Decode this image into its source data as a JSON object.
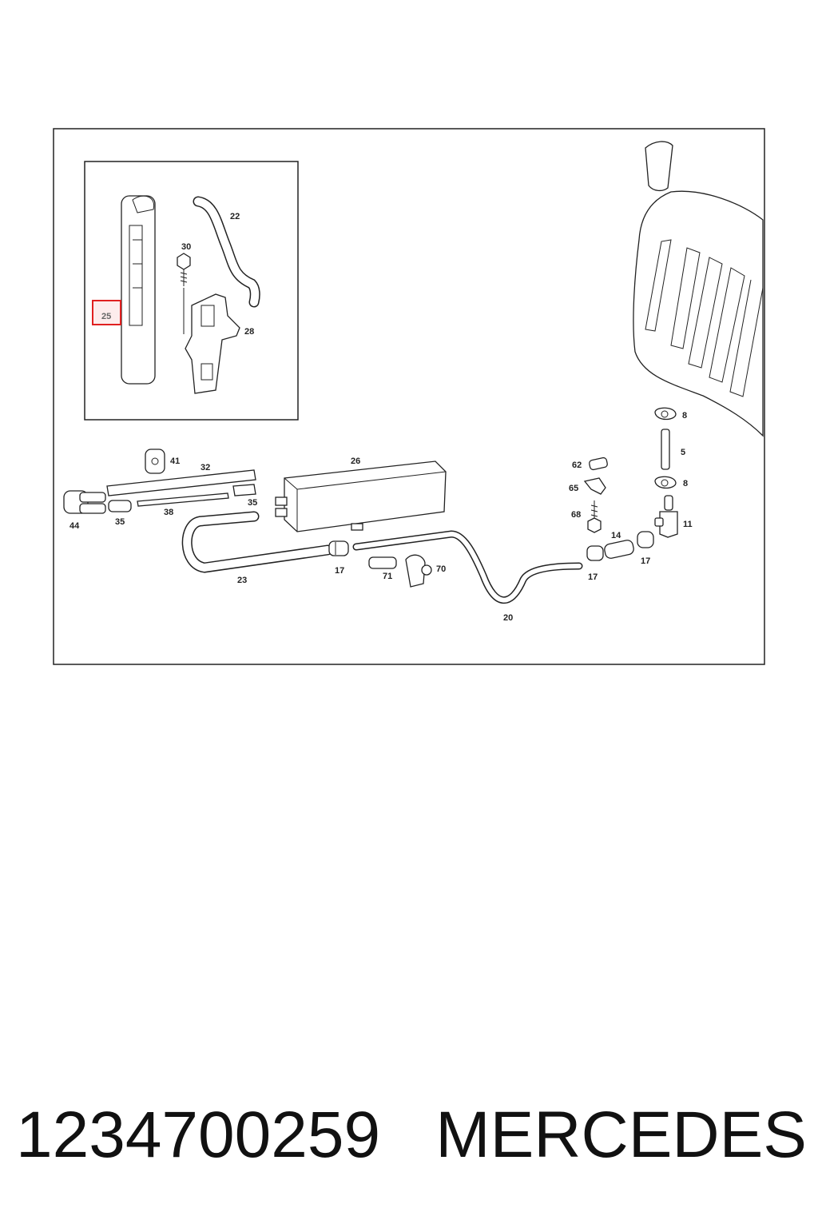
{
  "diagram": {
    "highlight_color": "#e02020",
    "highlight_label": "25",
    "callouts": {
      "c22": "22",
      "c30": "30",
      "c28": "28",
      "c25": "25",
      "c41": "41",
      "c32": "32",
      "c26": "26",
      "c44": "44",
      "c35a": "35",
      "c35b": "35",
      "c38": "38",
      "c23": "23",
      "c17a": "17",
      "c71": "71",
      "c70": "70",
      "c20": "20",
      "c62": "62",
      "c65": "65",
      "c68": "68",
      "c14": "14",
      "c17b": "17",
      "c17c": "17",
      "c8a": "8",
      "c5": "5",
      "c8b": "8",
      "c11": "11"
    }
  },
  "caption": {
    "part_number": "1234700259",
    "brand": "MERCEDES"
  }
}
